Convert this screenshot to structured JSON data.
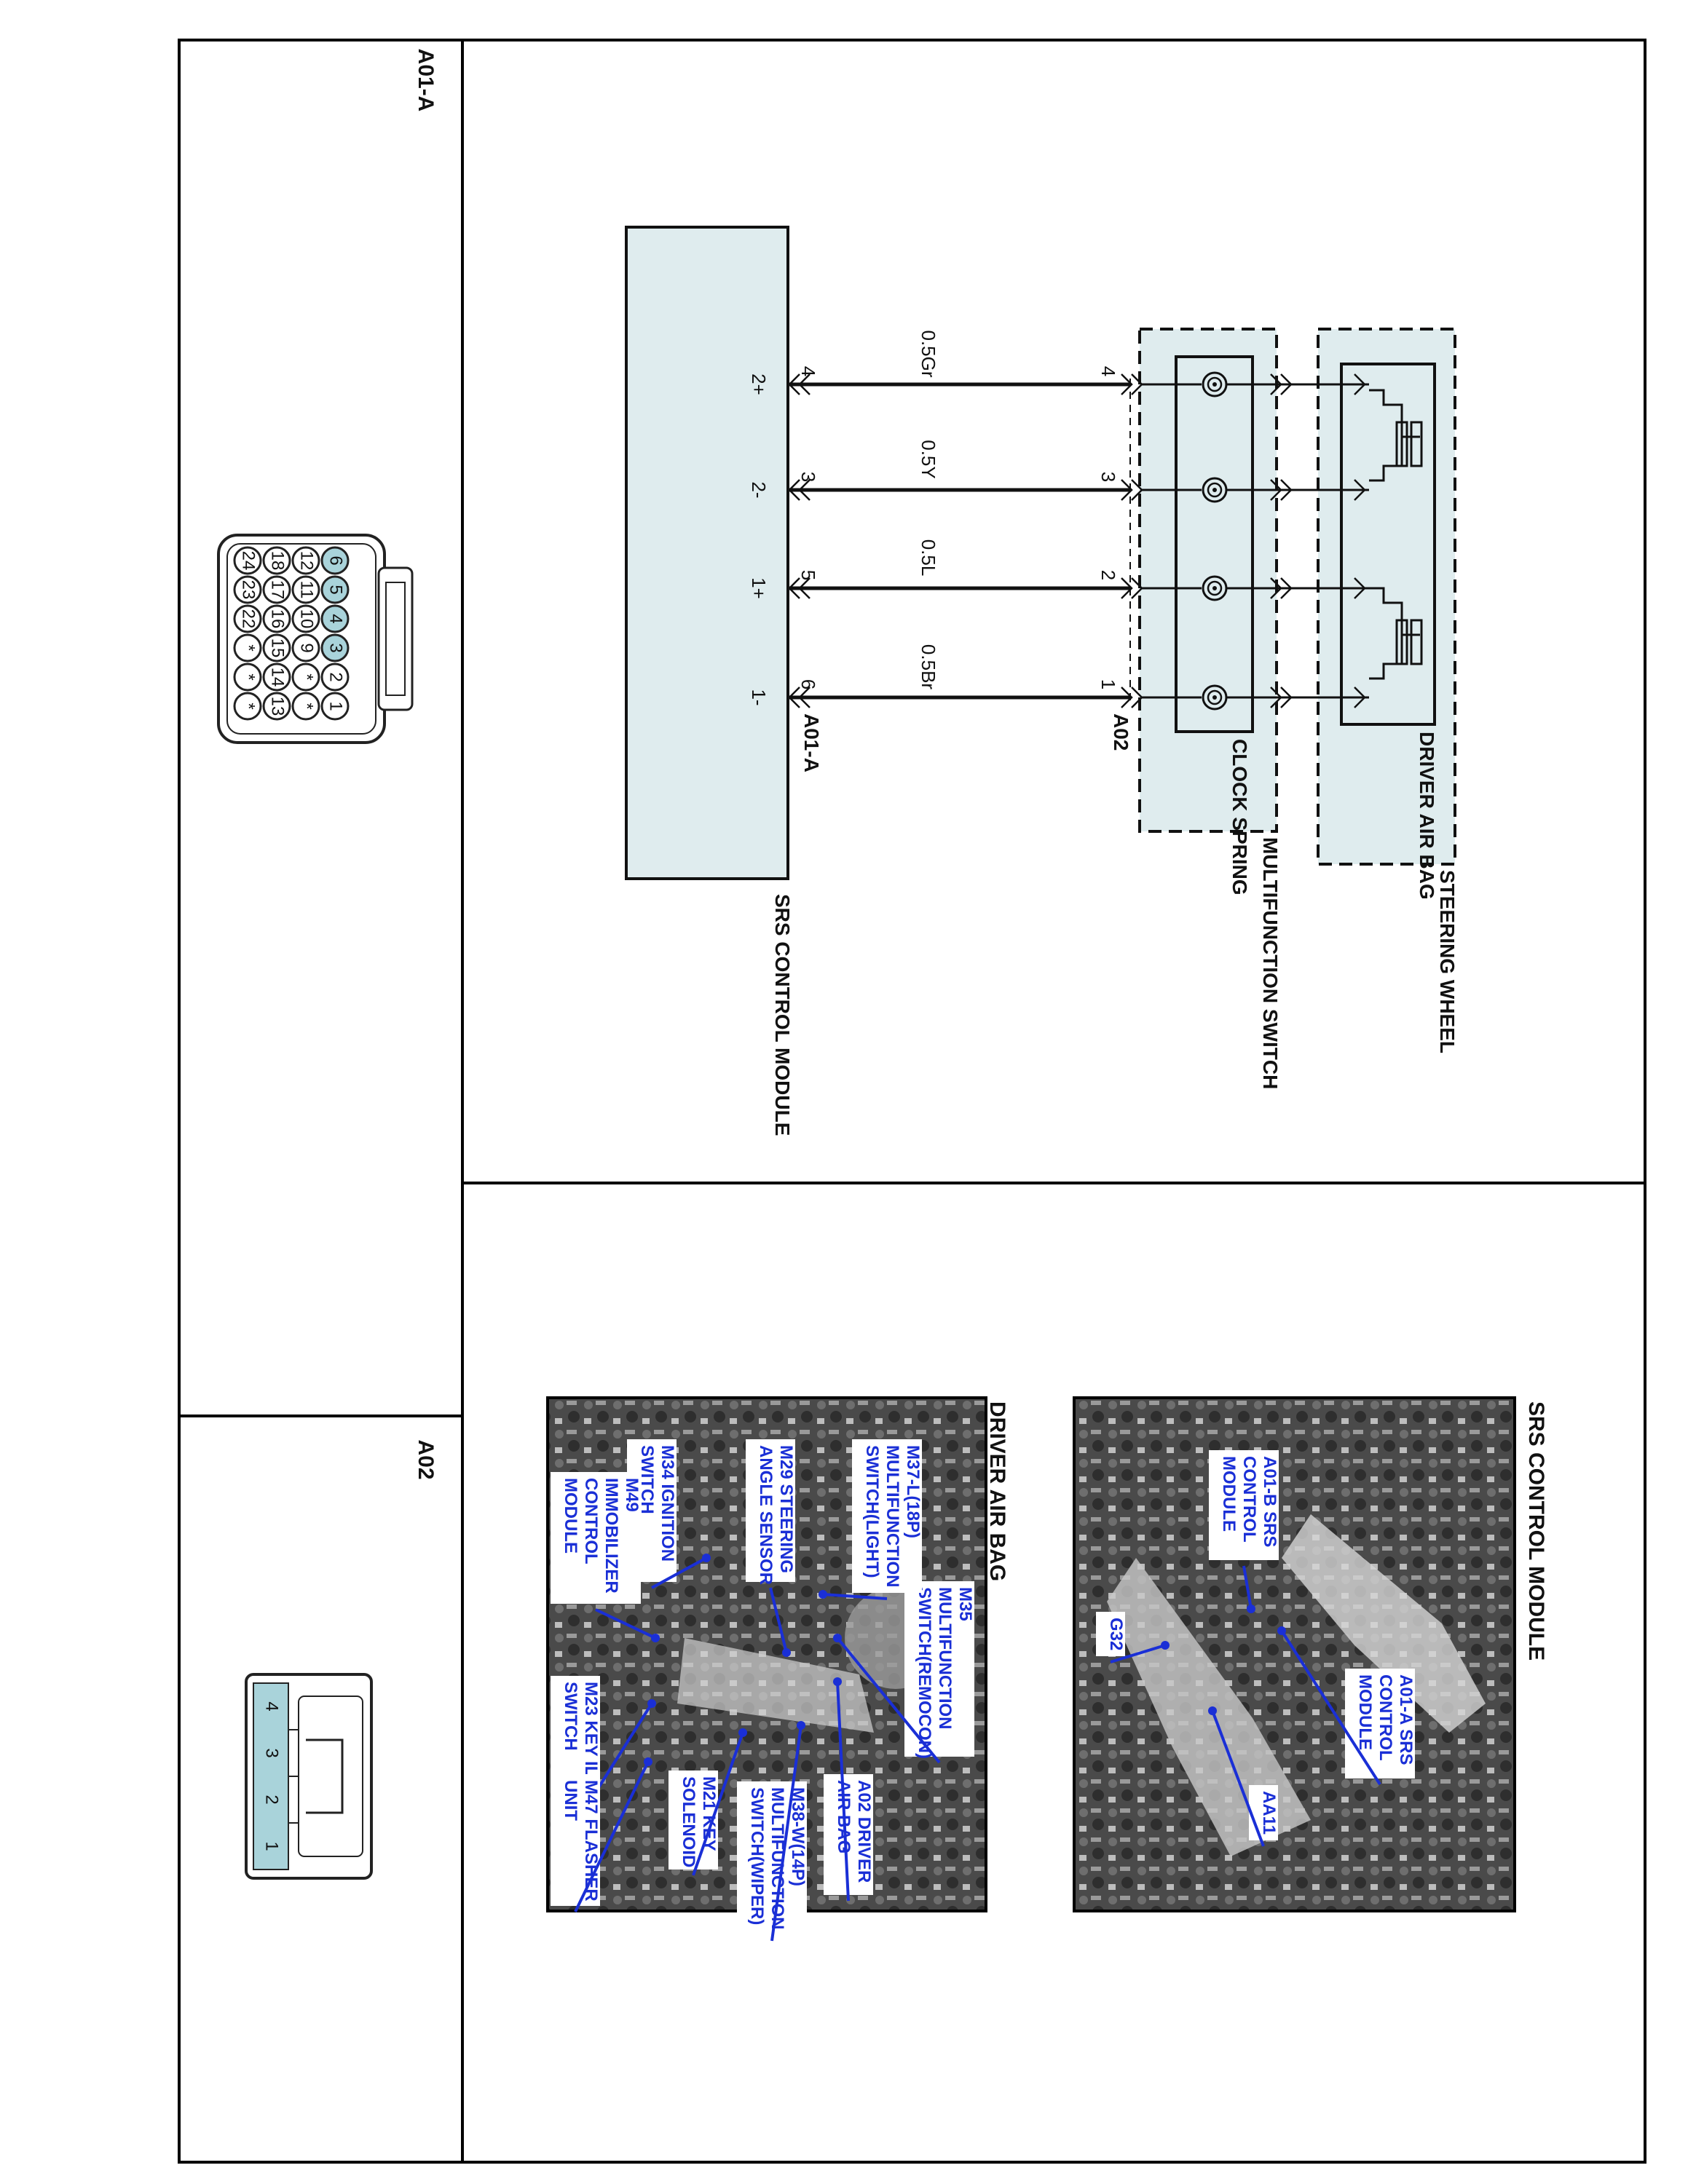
{
  "connectors": {
    "a01a": {
      "label": "A01-A",
      "pins": [
        "6",
        "5",
        "4",
        "3",
        "2",
        "1",
        "12",
        "11",
        "10",
        "9",
        "*",
        "*",
        "18",
        "17",
        "16",
        "15",
        "14",
        "13",
        "24",
        "23",
        "22",
        "*",
        "*",
        "*"
      ]
    },
    "a02": {
      "label": "A02",
      "pins": [
        "4",
        "3",
        "2",
        "1"
      ]
    }
  },
  "schematic": {
    "components": {
      "srs_module": "SRS CONTROL MODULE",
      "multifunction_switch": "MULTIFUNCTION SWITCH",
      "steering_wheel": "STEERING WHEEL",
      "clock_spring": "CLOCK SPRING",
      "driver_air_bag": "DRIVER AIR BAG"
    },
    "module_connector": "A01-A",
    "switch_connector": "A02",
    "wires": [
      {
        "size_color": "0.5Gr",
        "module_pin": "4",
        "terminal": "2+",
        "switch_pin": "4"
      },
      {
        "size_color": "0.5Y",
        "module_pin": "3",
        "terminal": "2-",
        "switch_pin": "3"
      },
      {
        "size_color": "0.5L",
        "module_pin": "5",
        "terminal": "1+",
        "switch_pin": "2"
      },
      {
        "size_color": "0.5Br",
        "module_pin": "6",
        "terminal": "1-",
        "switch_pin": "1"
      }
    ]
  },
  "photos": {
    "srs": {
      "title": "SRS CONTROL MODULE",
      "callouts": [
        "A01-B SRS CONTROL MODULE",
        "A01-A SRS CONTROL MODULE",
        "G32",
        "AA11"
      ]
    },
    "airbag": {
      "title": "DRIVER AIR BAG",
      "callouts": [
        "M35 MULTIFUNCTION SWITCH(REMOCON)",
        "M37-L(18P) MULTIFUNCTION SWITCH(LIGHT)",
        "M29 STEERING ANGLE SENSOR",
        "M34 IGNITION SWITCH",
        "M49 IMMOBILIZER CONTROL MODULE",
        "M23 KEY ILL. SWITCH",
        "M47 FLASHER UNIT",
        "M21 KEY SOLENOID",
        "M38-W(14P) MULTIFUNCTION SWITCH(WIPER)",
        "A02 DRIVER AIR BAG"
      ]
    }
  },
  "colors": {
    "component_fill": "#dfecee",
    "pin_fill": "#a9d3da",
    "callout": "#1a2fd6"
  }
}
